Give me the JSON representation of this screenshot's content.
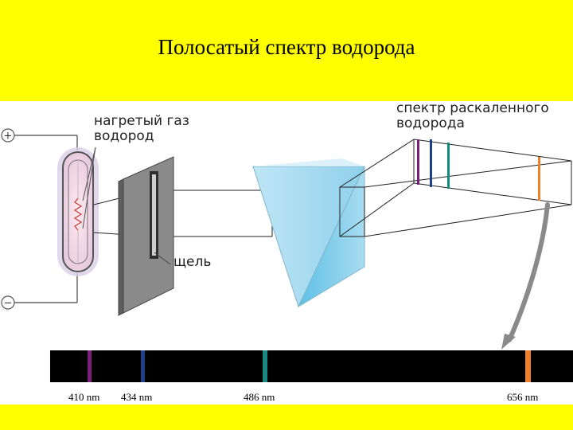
{
  "title": "Полосатый спектр водорода",
  "labels": {
    "gas": [
      "нагретый газ",
      "водород"
    ],
    "slit": "щель",
    "spectrum": [
      "спектр раскаленного",
      "водорода"
    ]
  },
  "terminals": {
    "plus": "+",
    "minus": "−"
  },
  "lines": [
    {
      "label": "410 nm",
      "color": "#7a1f7a"
    },
    {
      "label": "434 nm",
      "color": "#1f3f8a"
    },
    {
      "label": "486 nm",
      "color": "#168a80"
    },
    {
      "label": "656 nm",
      "color": "#ee7f2d"
    }
  ],
  "colors": {
    "background": "#ffff00",
    "strip": "#000000"
  }
}
